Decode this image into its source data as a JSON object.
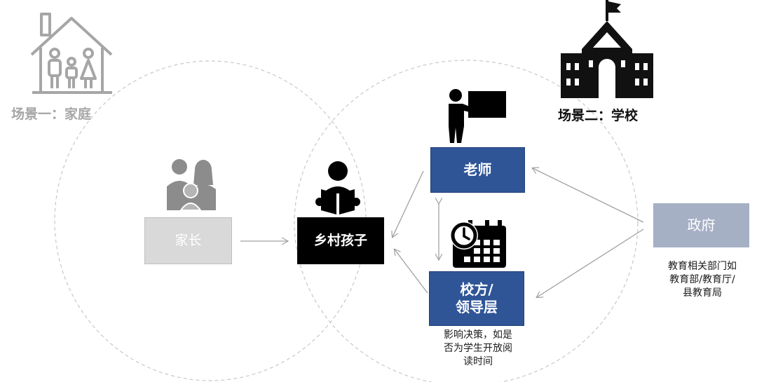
{
  "scenes": {
    "home": {
      "title": "场景一：家庭"
    },
    "school": {
      "title": "场景二：学校"
    }
  },
  "nodes": {
    "parents": "家长",
    "child": "乡村孩子",
    "teacher": "老师",
    "leadership_line1": "校方/",
    "leadership_line2": "领导层",
    "government": "政府"
  },
  "notes": {
    "leadership": [
      "影响决策，如是",
      "否为学生开放阅",
      "读时间"
    ],
    "government": [
      "教育相关部门如",
      "教育部/教育厅/",
      "县教育局"
    ]
  },
  "colors": {
    "home_gray": "#a6a6a6",
    "parents_box": "#d9d9d9",
    "child_box": "#000000",
    "school_blue": "#2f5597",
    "government_box": "#a5b0c5",
    "arrow_gray": "#b0b0b0"
  },
  "icons": {
    "home": "house-family-icon",
    "school": "school-building-icon",
    "family": "family-icon",
    "reader": "child-reading-icon",
    "teacher": "teacher-board-icon",
    "calendar": "calendar-clock-icon"
  }
}
